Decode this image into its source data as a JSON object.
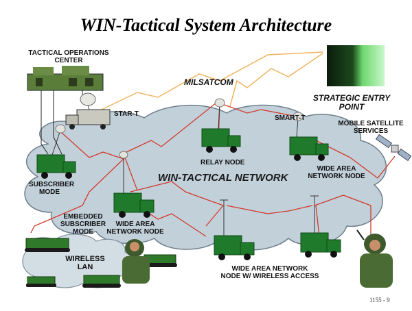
{
  "title": "WIN-Tactical System Architecture",
  "labels": {
    "toc": [
      "TACTICAL OPERATIONS",
      "CENTER"
    ],
    "milsatcom": "MILSATCOM",
    "star_t": "STAR-T",
    "smart_t": "SMART-T",
    "strategic_entry": [
      "STRATEGIC ENTRY",
      "POINT"
    ],
    "mobile_satellite": [
      "MOBILE SATELLITE",
      "SERVICES"
    ],
    "relay_node": "RELAY NODE",
    "wan_node_right": [
      "WIDE AREA",
      "NETWORK NODE"
    ],
    "network": "WIN-TACTICAL NETWORK",
    "subscriber_mode": [
      "SUBSCRIBER",
      "MODE"
    ],
    "embedded_subscriber": [
      "EMBEDDED",
      "SUBSCRIBER",
      "MODE"
    ],
    "wan_node_left": [
      "WIDE AREA",
      "NETWORK NODE"
    ],
    "wireless_lan": [
      "WIRELESS",
      "LAN"
    ],
    "wan_wireless": [
      "WIDE AREA NETWORK",
      "NODE W/ WIRELESS ACCESS"
    ]
  },
  "footer": "1155 - 9",
  "colors": {
    "cloud": "#c2d0da",
    "cloud_stroke": "#6d7f8d",
    "vehicle": "#1f7a2b",
    "vehicle_dark": "#0f4a17",
    "link": "#d23a2a",
    "sat_link": "#f0b460",
    "strategic_gradient": [
      "#0b1a0b",
      "#2f6a2f",
      "#7fe07f",
      "#c9f7c9"
    ]
  }
}
